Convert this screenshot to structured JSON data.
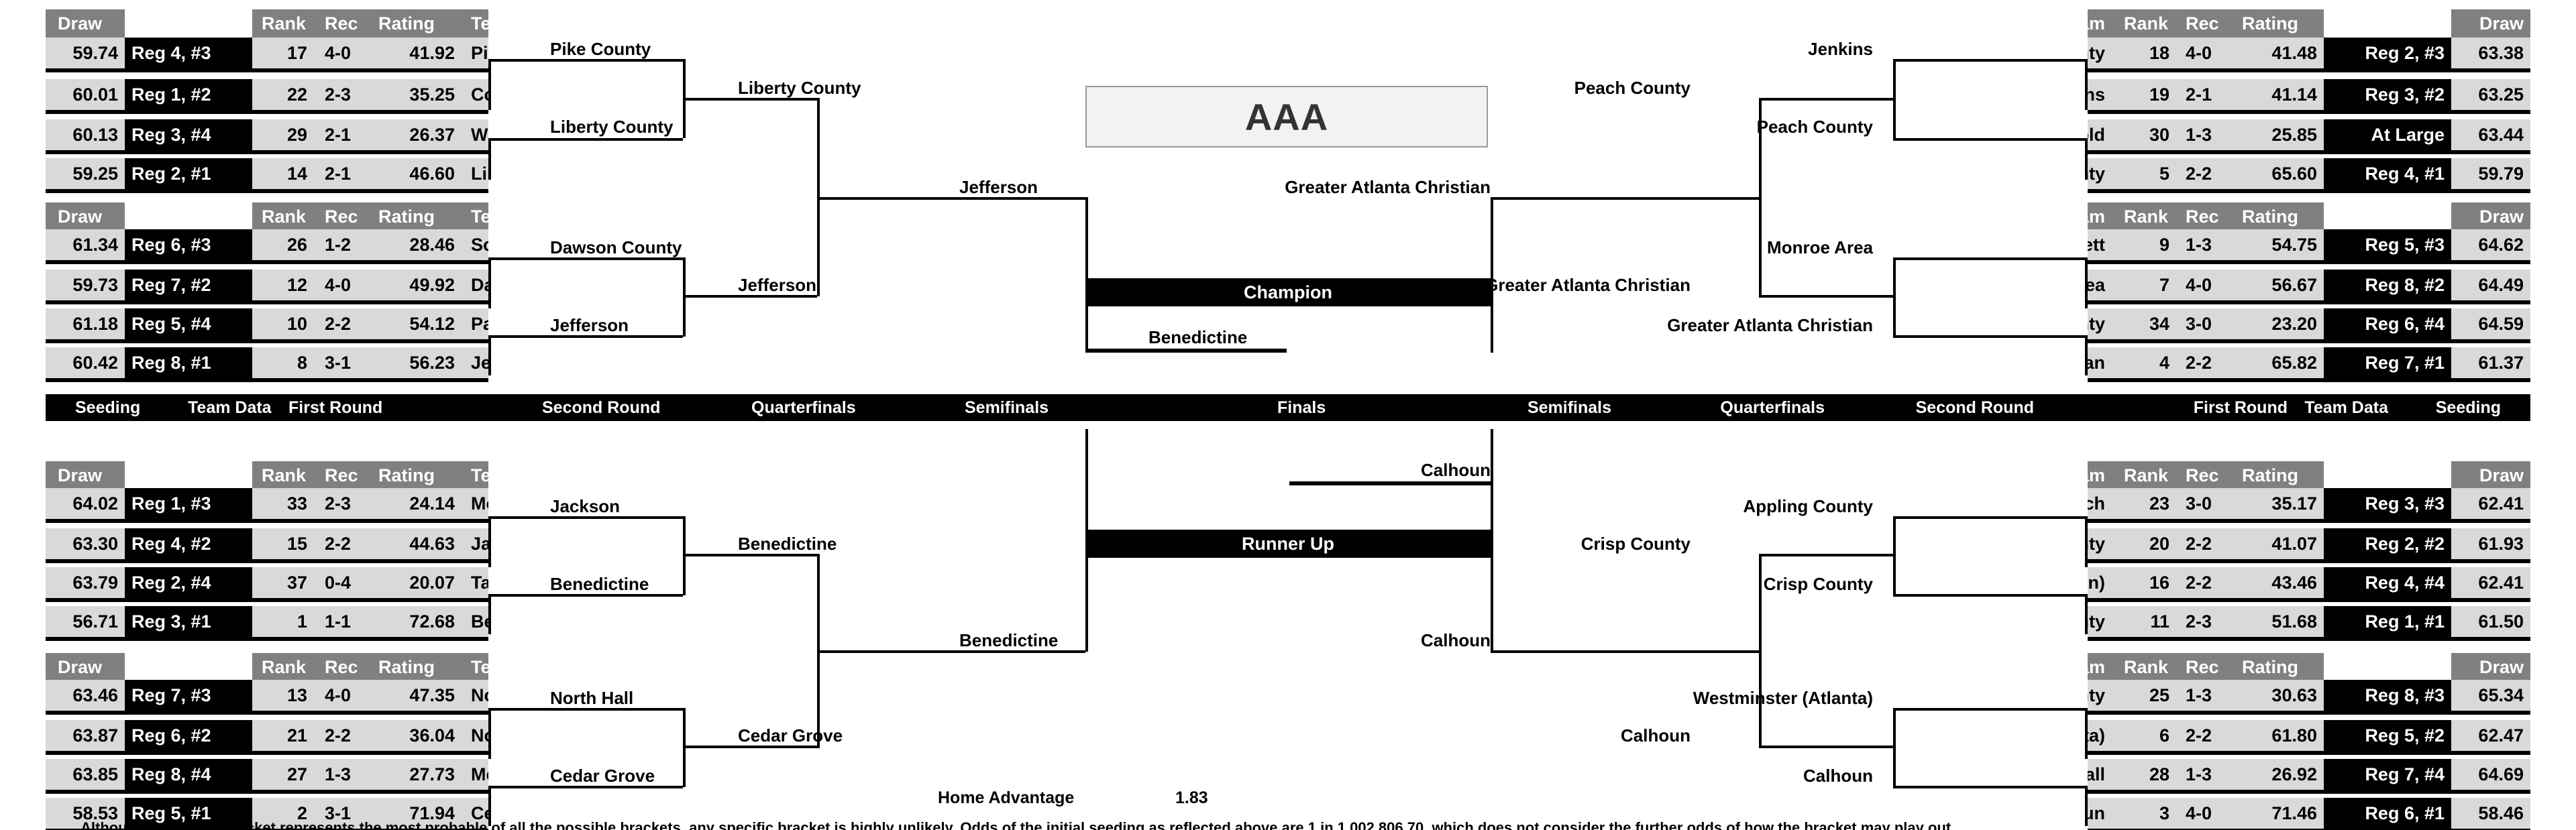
{
  "title": "AAA",
  "columns": {
    "draw": "Draw",
    "rank": "Rank",
    "rec": "Rec",
    "rating": "Rating",
    "team": "Team"
  },
  "results": {
    "champion": "Champion",
    "runner_up": "Runner Up"
  },
  "rounds": {
    "left": [
      "Seeding",
      "Team Data",
      "First Round",
      "Second Round",
      "Quarterfinals",
      "Semifinals"
    ],
    "center": "Finals",
    "right": [
      "Semifinals",
      "Quarterfinals",
      "Second Round",
      "First Round",
      "Team Data",
      "Seeding"
    ]
  },
  "footer": {
    "home_advantage_label": "Home Advantage",
    "home_advantage_value": "1.83",
    "disclaimer": "Although the model bracket represents the most probable of all the possible brackets, any specific bracket is highly unlikely. Odds of the initial seeding as reflected above are 1 in 1,002,806.70, which does not consider the further odds of how the bracket may play out."
  },
  "quadrants": {
    "top_left": {
      "rows": [
        {
          "draw": "59.74",
          "seed": "Reg 4, #3",
          "rank": "17",
          "rec": "4-0",
          "rating": "41.92",
          "team": "Pike County"
        },
        {
          "draw": "60.01",
          "seed": "Reg 1, #2",
          "rank": "22",
          "rec": "2-3",
          "rating": "35.25",
          "team": "Cook"
        },
        {
          "draw": "60.13",
          "seed": "Reg 3, #4",
          "rank": "29",
          "rec": "2-1",
          "rating": "26.37",
          "team": "Windsor Forest"
        },
        {
          "draw": "59.25",
          "seed": "Reg 2, #1",
          "rank": "14",
          "rec": "2-1",
          "rating": "46.60",
          "team": "Liberty County"
        }
      ],
      "second_round": [
        "Pike County",
        "Liberty County"
      ],
      "quarterfinal": "Liberty County"
    },
    "upper_left_second": {
      "rows": [
        {
          "draw": "61.34",
          "seed": "Reg 6, #3",
          "rank": "26",
          "rec": "1-2",
          "rating": "28.46",
          "team": "Sonoraville"
        },
        {
          "draw": "59.73",
          "seed": "Reg 7, #2",
          "rank": "12",
          "rec": "4-0",
          "rating": "49.92",
          "team": "Dawson County"
        },
        {
          "draw": "61.18",
          "seed": "Reg 5, #4",
          "rank": "10",
          "rec": "2-2",
          "rating": "54.12",
          "team": "Pace Academy"
        },
        {
          "draw": "60.42",
          "seed": "Reg 8, #1",
          "rank": "8",
          "rec": "3-1",
          "rating": "56.23",
          "team": "Jefferson"
        }
      ],
      "second_round": [
        "Dawson County",
        "Jefferson"
      ],
      "quarterfinal": "Jefferson"
    },
    "lower_left_first": {
      "rows": [
        {
          "draw": "64.02",
          "seed": "Reg 1, #3",
          "rank": "33",
          "rec": "2-3",
          "rating": "24.14",
          "team": "Monroe"
        },
        {
          "draw": "63.30",
          "seed": "Reg 4, #2",
          "rank": "15",
          "rec": "2-2",
          "rating": "44.63",
          "team": "Jackson"
        },
        {
          "draw": "63.79",
          "seed": "Reg 2, #4",
          "rank": "37",
          "rec": "0-4",
          "rating": "20.07",
          "team": "Tattnall County"
        },
        {
          "draw": "56.71",
          "seed": "Reg 3, #1",
          "rank": "1",
          "rec": "1-1",
          "rating": "72.68",
          "team": "Benedictine"
        }
      ],
      "second_round": [
        "Jackson",
        "Benedictine"
      ],
      "quarterfinal": "Benedictine"
    },
    "lower_left_second": {
      "rows": [
        {
          "draw": "63.46",
          "seed": "Reg 7, #3",
          "rank": "13",
          "rec": "4-0",
          "rating": "47.35",
          "team": "North Hall"
        },
        {
          "draw": "63.87",
          "seed": "Reg 6, #2",
          "rank": "21",
          "rec": "2-2",
          "rating": "36.04",
          "team": "North Murray"
        },
        {
          "draw": "63.85",
          "seed": "Reg 8, #4",
          "rank": "27",
          "rec": "1-3",
          "rating": "27.73",
          "team": "Morgan County"
        },
        {
          "draw": "58.53",
          "seed": "Reg 5, #1",
          "rank": "2",
          "rec": "3-1",
          "rating": "71.94",
          "team": "Cedar Grove"
        }
      ],
      "second_round": [
        "North Hall",
        "Cedar Grove"
      ],
      "quarterfinal": "Cedar Grove"
    },
    "top_right": {
      "rows": [
        {
          "team": "Pierce County",
          "rank": "18",
          "rec": "4-0",
          "rating": "41.48",
          "seed": "Reg 2, #3",
          "draw": "63.38"
        },
        {
          "team": "Jenkins",
          "rank": "19",
          "rec": "2-1",
          "rating": "41.14",
          "seed": "Reg 3, #2",
          "draw": "63.25"
        },
        {
          "team": "Ringgold",
          "rank": "30",
          "rec": "1-3",
          "rating": "25.85",
          "seed": "At Large",
          "draw": "63.44"
        },
        {
          "team": "Peach County",
          "rank": "5",
          "rec": "2-2",
          "rating": "65.60",
          "seed": "Reg 4, #1",
          "draw": "59.79"
        }
      ],
      "second_round": [
        "Jenkins",
        "Peach County"
      ],
      "quarterfinal": "Peach County"
    },
    "upper_right_second": {
      "rows": [
        {
          "team": "Lovett",
          "rank": "9",
          "rec": "1-3",
          "rating": "54.75",
          "seed": "Reg 5, #3",
          "draw": "64.62"
        },
        {
          "team": "Monroe Area",
          "rank": "7",
          "rec": "4-0",
          "rating": "56.67",
          "seed": "Reg 8, #2",
          "draw": "64.49"
        },
        {
          "team": "Haralson County",
          "rank": "34",
          "rec": "3-0",
          "rating": "23.20",
          "seed": "Reg 6, #4",
          "draw": "64.59"
        },
        {
          "team": "Greater Atlanta Christian",
          "rank": "4",
          "rec": "2-2",
          "rating": "65.82",
          "seed": "Reg 7, #1",
          "draw": "61.37"
        }
      ],
      "second_round": [
        "Monroe Area",
        "Greater Atlanta Christian"
      ],
      "quarterfinal": "Greater Atlanta Christian"
    },
    "lower_right_first": {
      "rows": [
        {
          "team": "Southeast Bulloch",
          "rank": "23",
          "rec": "3-0",
          "rating": "35.17",
          "seed": "Reg 3, #3",
          "draw": "62.41"
        },
        {
          "team": "Appling County",
          "rank": "20",
          "rec": "2-2",
          "rating": "41.07",
          "seed": "Reg 2, #2",
          "draw": "61.93"
        },
        {
          "team": "Westside (Macon)",
          "rank": "16",
          "rec": "2-2",
          "rating": "43.46",
          "seed": "Reg 4, #4",
          "draw": "62.41"
        },
        {
          "team": "Crisp County",
          "rank": "11",
          "rec": "2-3",
          "rating": "51.68",
          "seed": "Reg 1, #1",
          "draw": "61.50"
        }
      ],
      "second_round": [
        "Appling County",
        "Crisp County"
      ],
      "quarterfinal": "Crisp County"
    },
    "lower_right_second": {
      "rows": [
        {
          "team": "Hart County",
          "rank": "25",
          "rec": "1-3",
          "rating": "30.63",
          "seed": "Reg 8, #3",
          "draw": "65.34"
        },
        {
          "team": "Westminster (Atlanta)",
          "rank": "6",
          "rec": "2-2",
          "rating": "61.80",
          "seed": "Reg 5, #2",
          "draw": "62.47"
        },
        {
          "team": "East Hall",
          "rank": "28",
          "rec": "1-3",
          "rating": "26.92",
          "seed": "Reg 7, #4",
          "draw": "64.69"
        },
        {
          "team": "Calhoun",
          "rank": "3",
          "rec": "4-0",
          "rating": "71.46",
          "seed": "Reg 6, #1",
          "draw": "58.46"
        }
      ],
      "second_round": [
        "Westminster (Atlanta)",
        "Calhoun"
      ],
      "quarterfinal": "Calhoun"
    }
  },
  "semifinals": {
    "left_top": "Jefferson",
    "left_bottom": "Benedictine",
    "right_top": "Greater Atlanta Christian",
    "right_bottom": "Calhoun"
  },
  "finals": {
    "left": "Benedictine",
    "right": "Calhoun"
  }
}
